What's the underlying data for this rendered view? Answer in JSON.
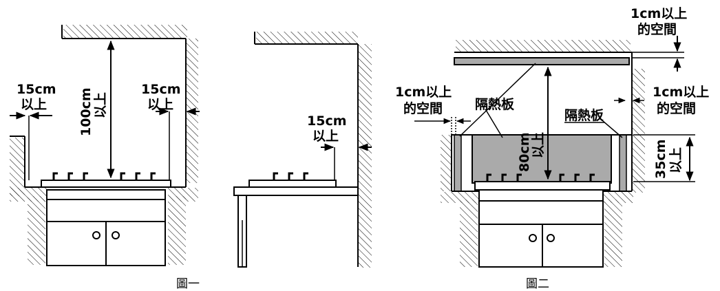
{
  "figure1": {
    "caption": "圖一",
    "left_clearance": {
      "value": "15cm",
      "suffix": "以上"
    },
    "right_clearance": {
      "value": "15cm",
      "suffix": "以上"
    },
    "top_clearance": {
      "value": "100cm",
      "suffix": "以上"
    }
  },
  "figure1b": {
    "side_clearance": {
      "value": "15cm",
      "suffix": "以上"
    }
  },
  "figure2": {
    "caption": "圖二",
    "top_gap": {
      "line1": "1cm以上",
      "line2": "的空間"
    },
    "left_gap": {
      "line1": "1cm以上",
      "line2": "的空間"
    },
    "right_gap": {
      "line1": "1cm以上",
      "line2": "的空間"
    },
    "insulation_left": "隔熱板",
    "insulation_right": "隔熱板",
    "height_clearance": {
      "value": "80cm",
      "suffix": "以上"
    },
    "panel_height": {
      "value": "35cm",
      "suffix": "以上"
    }
  }
}
